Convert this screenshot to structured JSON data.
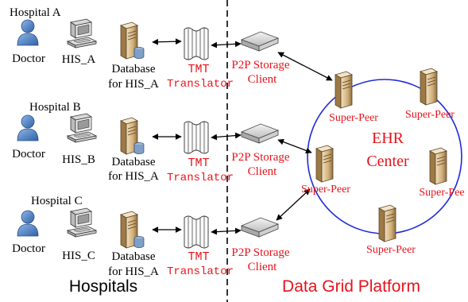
{
  "hospitals": [
    {
      "title": "Hospital A",
      "doctor": "Doctor",
      "his": "HIS_A",
      "db_line1": "Database",
      "db_line2": "for HIS_A",
      "tmt_line1": "TMT",
      "tmt_line2": "Translator",
      "client_line1": "P2P Storage",
      "client_line2": "Client"
    },
    {
      "title": "Hospital B",
      "doctor": "Doctor",
      "his": "HIS_B",
      "db_line1": "Database",
      "db_line2": "for HIS_A",
      "tmt_line1": "TMT",
      "tmt_line2": "Translator",
      "client_line1": "P2P Storage",
      "client_line2": "Client"
    },
    {
      "title": "Hospital C",
      "doctor": "Doctor",
      "his": "HIS_C",
      "db_line1": "Database",
      "db_line2": "for HIS_A",
      "tmt_line1": "TMT",
      "tmt_line2": "Translator",
      "client_line1": "P2P Storage",
      "client_line2": "Client"
    }
  ],
  "ehr": {
    "line1": "EHR",
    "line2": "Center",
    "peers": [
      "Super-Peer",
      "Super-Peer",
      "Super-Peer",
      "Super-Pee",
      "Super-Peer"
    ]
  },
  "regions": {
    "left": "Hospitals",
    "right": "Data Grid Platform"
  },
  "colors": {
    "red_text": "#e8131b",
    "ring": "#1f2bd6",
    "doctor": "#4a7fc1",
    "server": "#c9a46b",
    "divider": "#000000"
  }
}
